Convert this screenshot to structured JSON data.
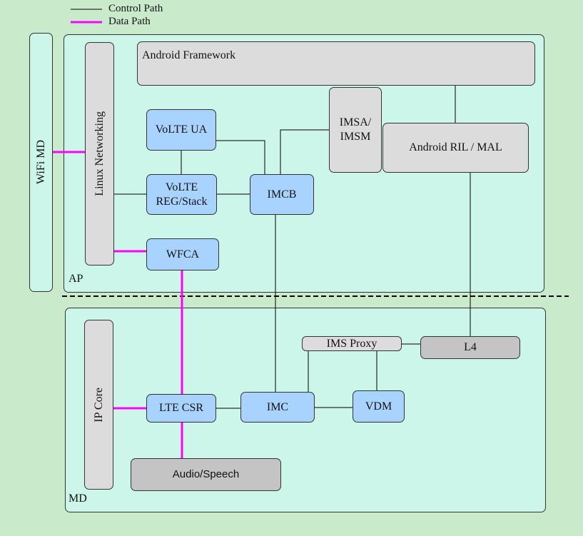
{
  "legend": {
    "control_path": "Control Path",
    "data_path": "Data Path"
  },
  "colors": {
    "data_path": "#ff00ff",
    "control_path": "#000000",
    "blue_block": "#a9d3ff",
    "gray_block": "#dcdcdc",
    "region_fill": "#cdf6ea"
  },
  "regions": {
    "ap": "AP",
    "md": "MD"
  },
  "blocks": {
    "wifi_md": "WiFi MD",
    "linux_networking": "Linux Networking",
    "android_framework": "Android Framework",
    "imsa_imsm": "IMSA/\nIMSM",
    "android_ril_mal": "Android RIL / MAL",
    "volte_ua": "VoLTE UA",
    "volte_reg_stack": "VoLTE\nREG/Stack",
    "imcb": "IMCB",
    "wfca": "WFCA",
    "ip_core": "IP Core",
    "ims_proxy": "IMS Proxy",
    "l4": "L4",
    "lte_csr": "LTE CSR",
    "imc": "IMC",
    "vdm": "VDM",
    "audio_speech": "Audio/Speech"
  }
}
